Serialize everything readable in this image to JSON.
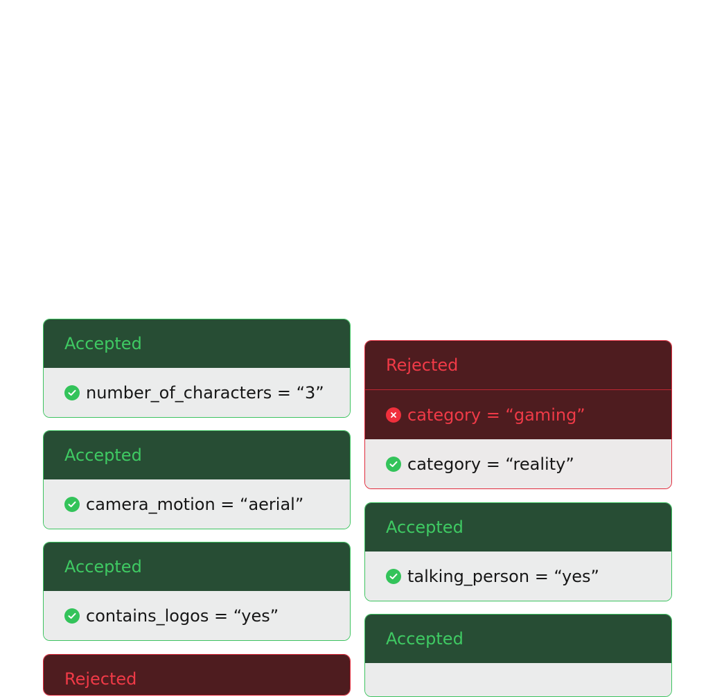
{
  "cards": {
    "c1": {
      "status": "Accepted",
      "rows": [
        {
          "text": "number_of_characters = “3”"
        }
      ]
    },
    "c2": {
      "status": "Accepted",
      "rows": [
        {
          "text": "camera_motion = “aerial”"
        }
      ]
    },
    "c3": {
      "status": "Accepted",
      "rows": [
        {
          "text": "contains_logos = “yes”"
        }
      ]
    },
    "c4": {
      "status": "Rejected",
      "rows": []
    },
    "c5": {
      "status": "Rejected",
      "rows": [
        {
          "text": "category = “gaming”"
        },
        {
          "text": "category = “reality”"
        }
      ]
    },
    "c6": {
      "status": "Accepted",
      "rows": [
        {
          "text": "talking_person = “yes”"
        }
      ]
    },
    "c7": {
      "status": "Accepted",
      "rows": []
    }
  },
  "icons": {
    "accepted": "check-circle-icon",
    "rejected": "x-circle-icon"
  },
  "colors": {
    "accepted_header_bg": "#274d34",
    "accepted_text": "#3fca63",
    "rejected_header_bg": "#4e1c1f",
    "rejected_text": "#f03a47",
    "row_bg": "#ebecec"
  }
}
